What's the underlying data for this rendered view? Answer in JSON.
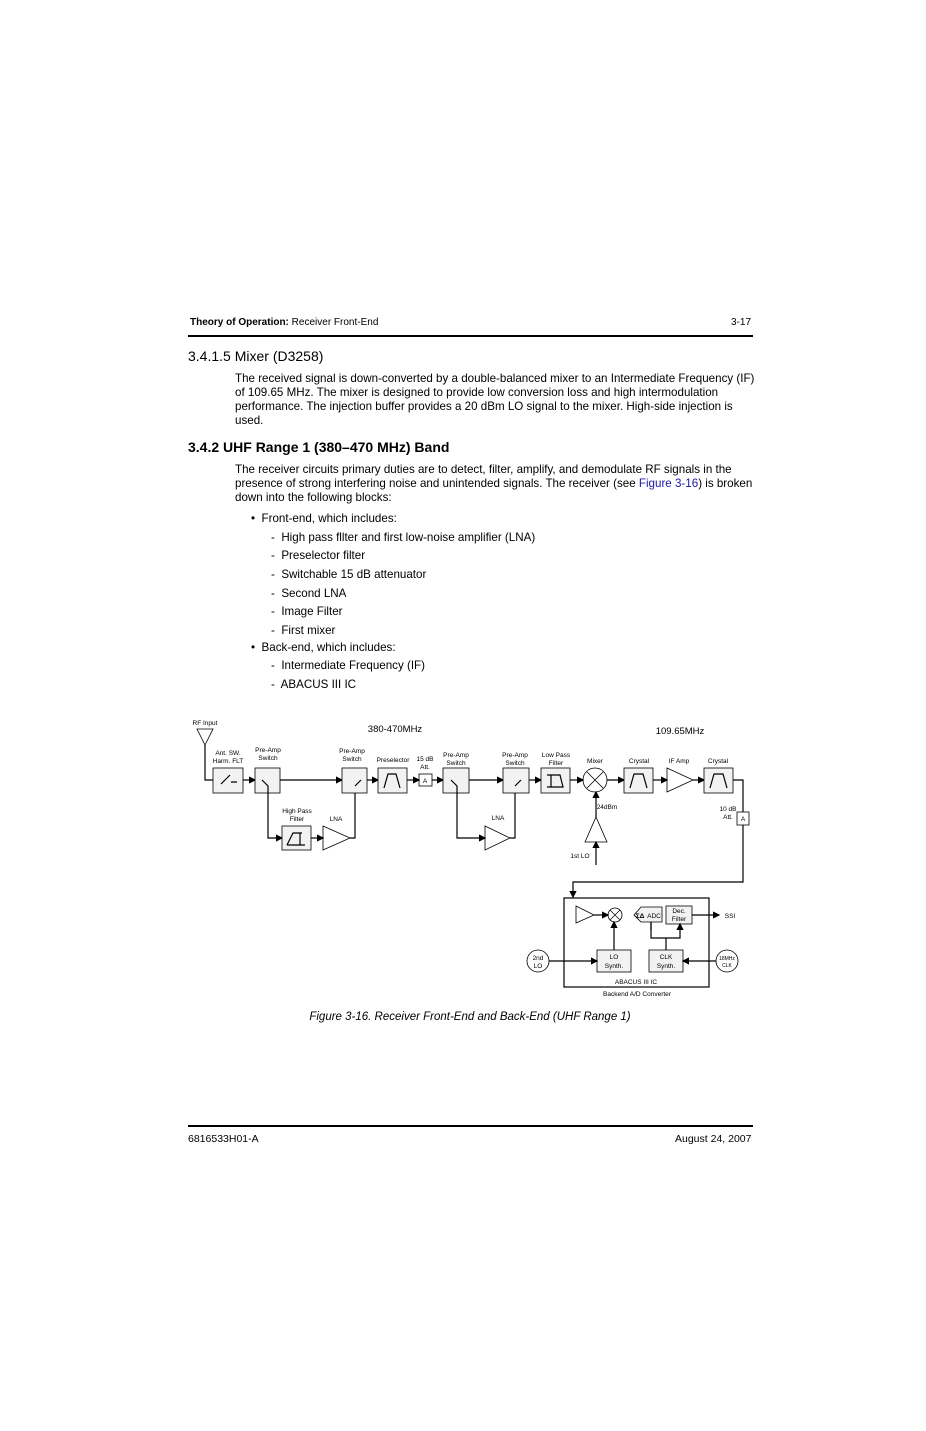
{
  "header": {
    "section_bold": "Theory of Operation:",
    "section_rest": " Receiver Front-End",
    "page": "3-17"
  },
  "s1": {
    "title": "3.4.1.5  Mixer (D3258)",
    "body": "The received signal is down-converted by a double-balanced mixer to an Intermediate Frequency (IF) of 109.65 MHz. The mixer is designed to provide low conversion loss and high intermodulation performance. The injection buffer provides a 20 dBm LO signal to the mixer. High-side injection is used."
  },
  "s2": {
    "title": "3.4.2   UHF Range 1 (380–470 MHz) Band",
    "body_a": "The receiver circuits primary duties are to detect, filter, amplify, and demodulate RF signals in the presence of strong interfering noise and unintended signals. The receiver (see ",
    "link": "Figure 3-16",
    "body_b": ") is broken down into the following blocks:",
    "bullets": [
      {
        "label": "Front-end, which includes:",
        "items": [
          "High pass fllter and first low-noise amplifier (LNA)",
          "Preselector filter",
          "Switchable 15 dB attenuator",
          "Second LNA",
          "Image Filter",
          "First mixer"
        ]
      },
      {
        "label": "Back-end, which includes:",
        "items": [
          "Intermediate Frequency (IF)",
          "ABACUS III IC"
        ]
      }
    ]
  },
  "diagram": {
    "rf_input": "RF Input",
    "band1": "380-470MHz",
    "band2": "109.65MHz",
    "ant1": "Ant. SW.",
    "ant2": "Harm. FLT",
    "pa1": "Pre-Amp",
    "pa2": "Switch",
    "presel": "Preselector",
    "att15a": "15 dB",
    "att15b": "Att.",
    "att_glyph": "A",
    "lpf1": "Low Pass",
    "lpf2": "Filter",
    "mixer": "Mixer",
    "crystal": "Crystal",
    "ifamp": "IF Amp",
    "att10a": "10 dB",
    "att10b": "Att.",
    "hpf1": "High Pass",
    "hpf2": "Filter",
    "lna": "LNA",
    "lo_level": "24dBm",
    "lo1": "1st LO",
    "adc": "ADC",
    "sigma": "ΣΔ",
    "dec1": "Dec.",
    "dec2": "Filter",
    "ssi": "SSI",
    "los1": "LO",
    "los2": "Synth.",
    "clks1": "CLK",
    "clks2": "Synth.",
    "lo2a": "2nd",
    "lo2b": "LO",
    "clk18a": "18MHz",
    "clk18b": "CLK",
    "abacus": "ABACUS III IC",
    "backend": "Backend A/D Converter"
  },
  "caption": "Figure 3-16.  Receiver Front-End and Back-End (UHF Range 1)",
  "footer": {
    "doc": "6816533H01-A",
    "date": "August 24, 2007"
  }
}
